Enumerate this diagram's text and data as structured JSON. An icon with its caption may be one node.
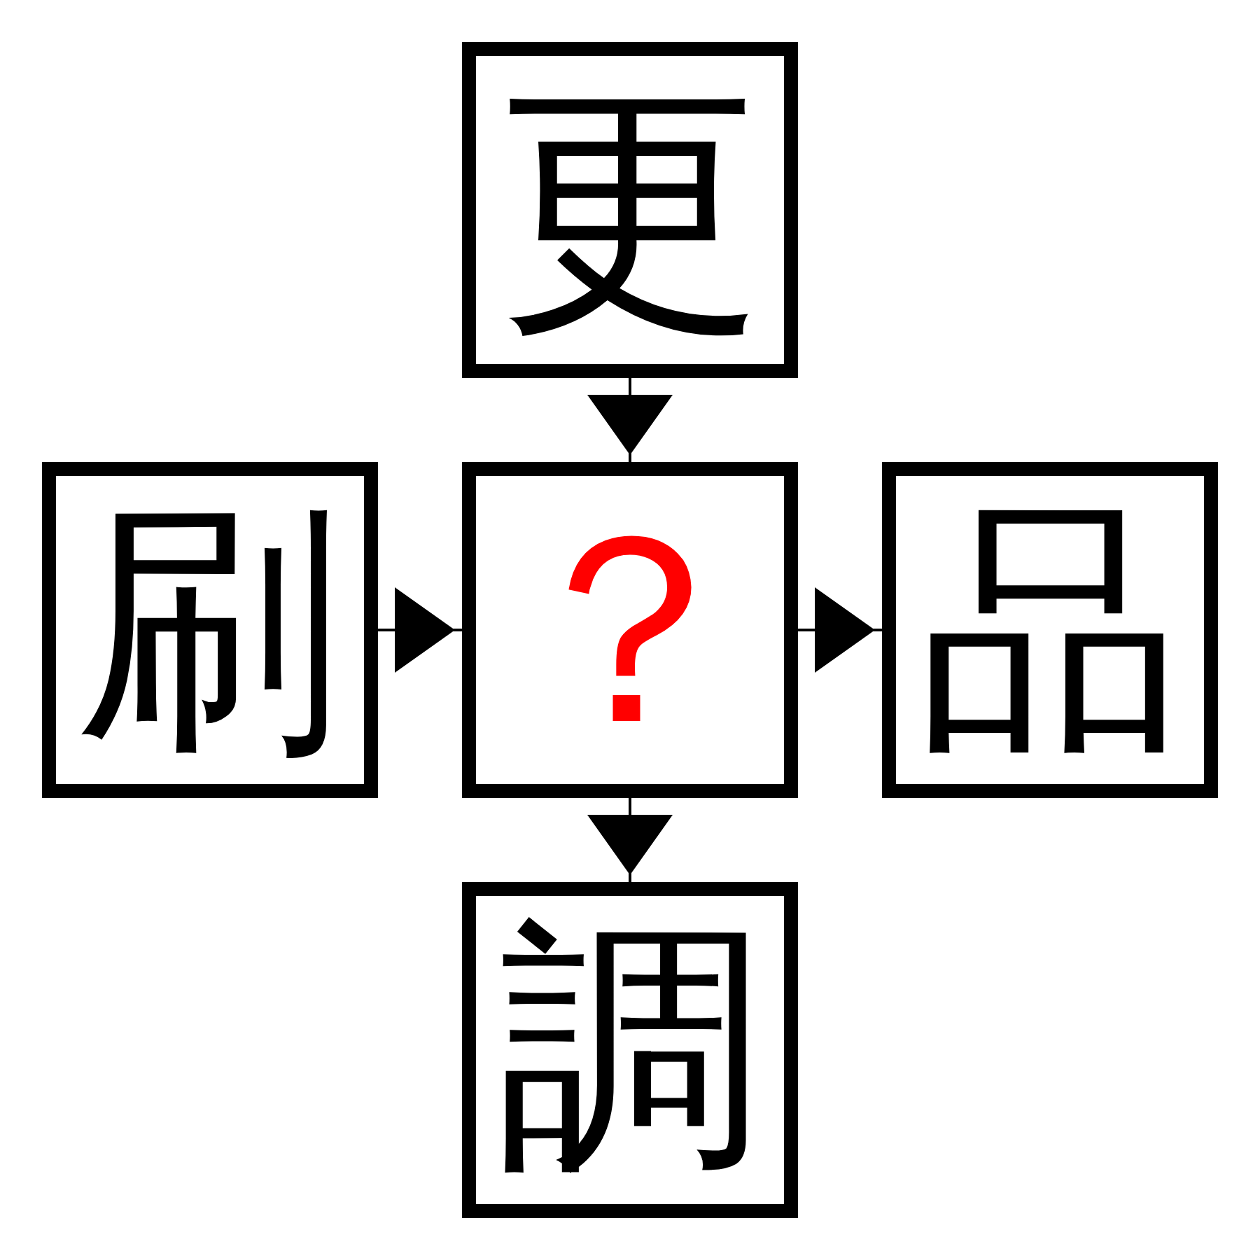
{
  "diagram": {
    "nodes": [
      {
        "text": [
          "更"
        ]
      },
      {
        "text": [
          "刷"
        ]
      },
      {
        "text": [
          "？"
        ]
      },
      {
        "text": [
          "品"
        ]
      },
      {
        "text": [
          "調"
        ]
      }
    ],
    "edges": [
      {
        "from": 0,
        "to": 2,
        "arrow": "to"
      },
      {
        "from": 1,
        "to": 2,
        "arrow": "to"
      },
      {
        "from": 2,
        "to": 3,
        "arrow": "to"
      },
      {
        "from": 2,
        "to": 4,
        "arrow": "to"
      }
    ]
  }
}
